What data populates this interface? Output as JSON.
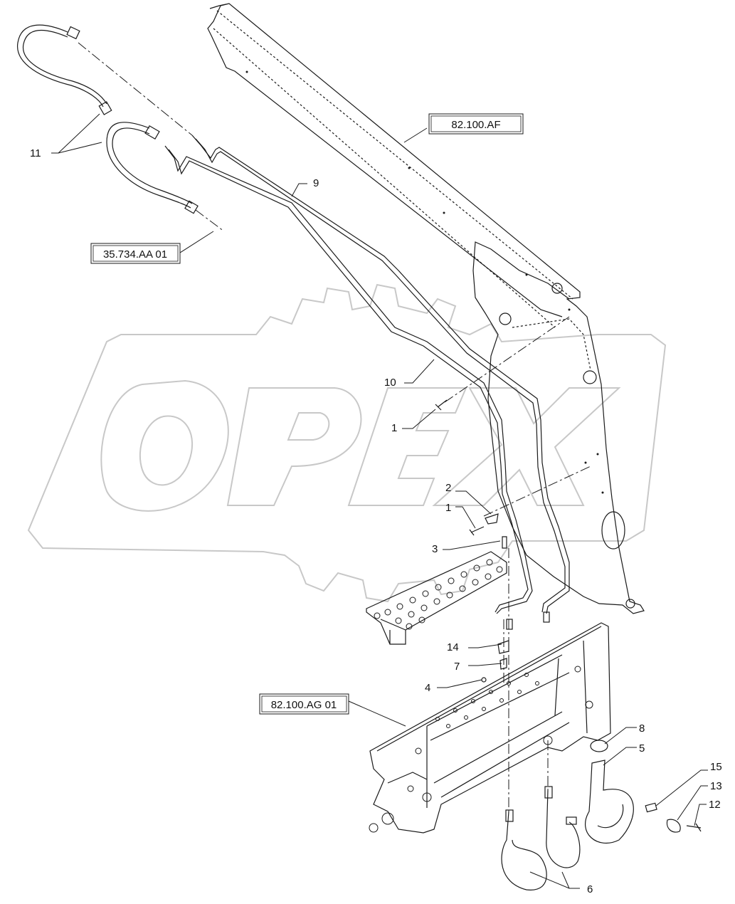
{
  "watermark": {
    "text": "OPEX"
  },
  "references": {
    "ref_a": "82.100.AF",
    "ref_b": "35.734.AA 01",
    "ref_c": "82.100.AG 01"
  },
  "callouts": {
    "c1a": "1",
    "c1b": "1",
    "c2": "2",
    "c3": "3",
    "c4": "4",
    "c5": "5",
    "c6": "6",
    "c7": "7",
    "c8": "8",
    "c9": "9",
    "c10": "10",
    "c11": "11",
    "c12": "12",
    "c13": "13",
    "c14": "14",
    "c15": "15"
  },
  "colors": {
    "line": "#1a1a1a",
    "watermark": "#c8c8c8",
    "background": "#ffffff"
  }
}
